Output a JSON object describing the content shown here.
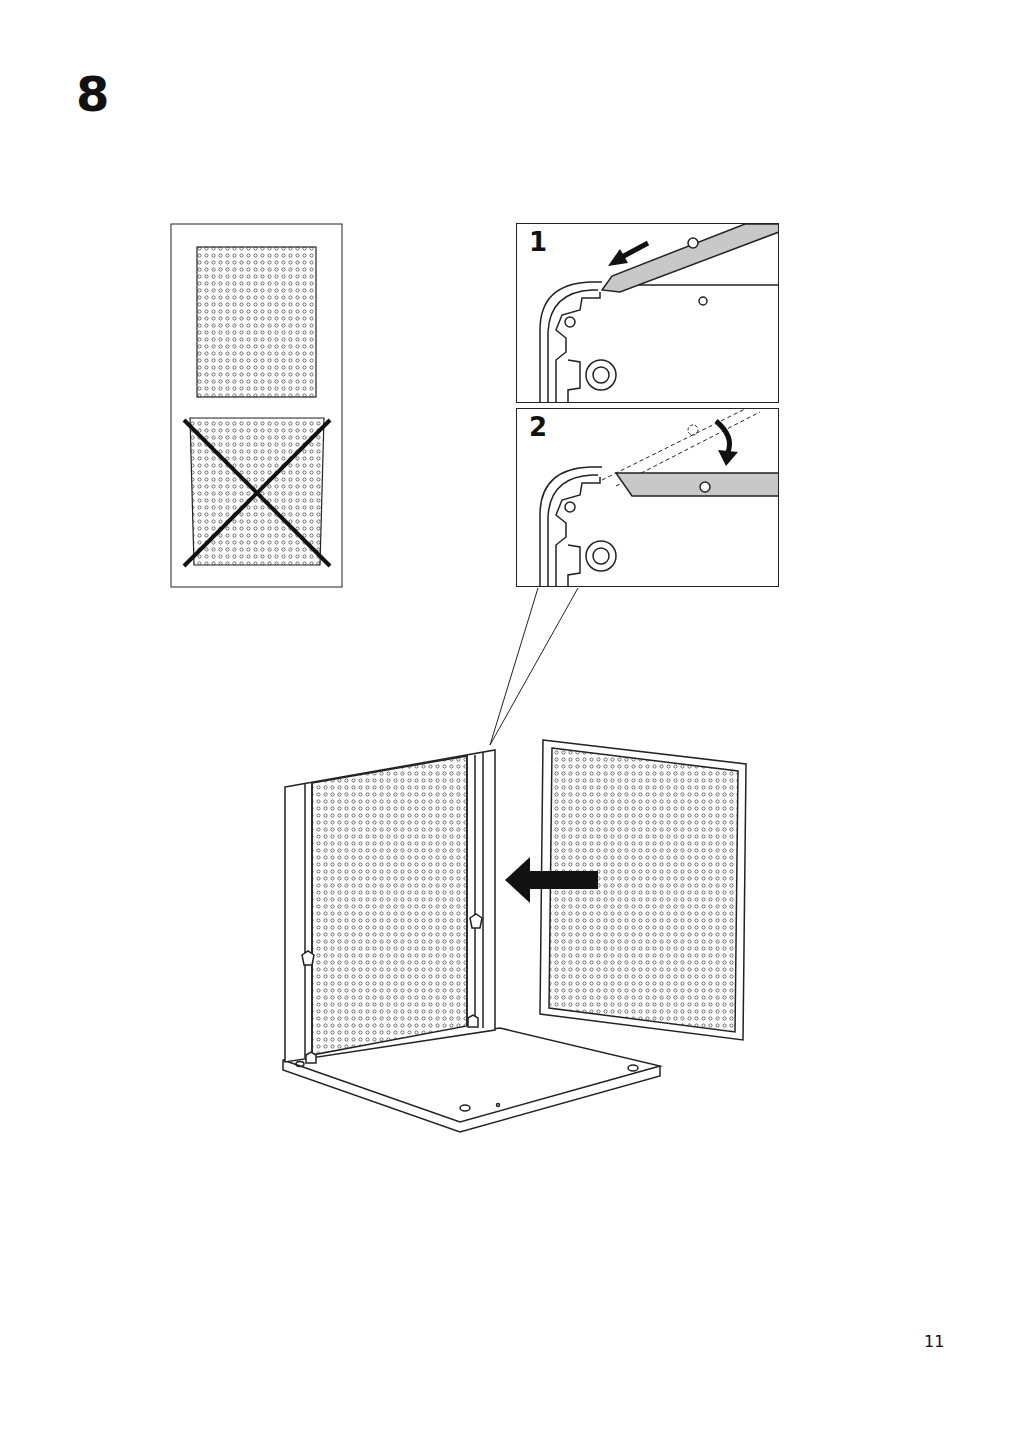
{
  "diagram": {
    "title": "8",
    "nodes": [
      {
        "text": [
          "1"
        ]
      },
      {
        "text": [
          "2"
        ]
      }
    ],
    "labels": [
      "11"
    ]
  }
}
